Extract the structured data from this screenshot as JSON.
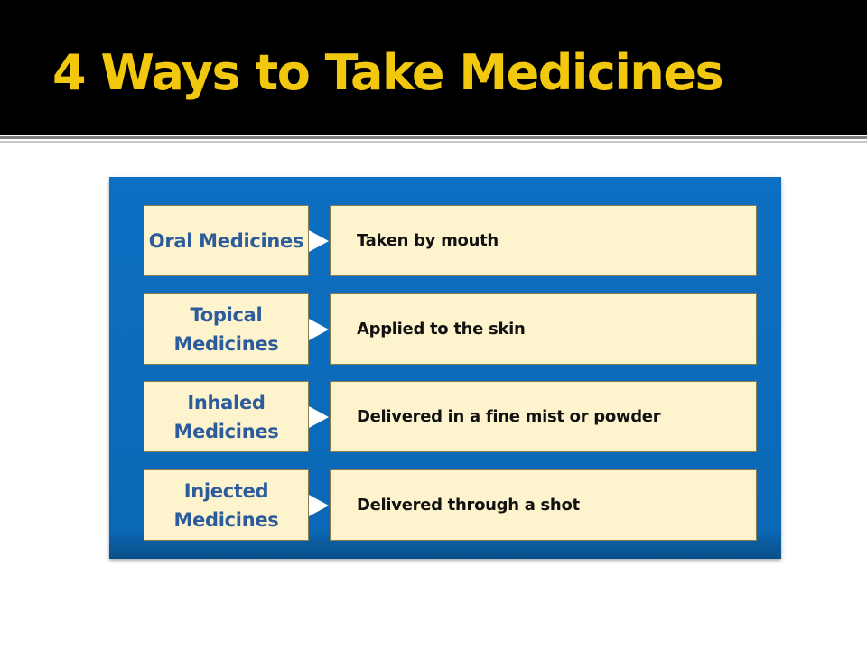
{
  "slide": {
    "title": "4 Ways to Take Medicines",
    "items": [
      {
        "label": "Oral Medicines",
        "description": "Taken by mouth"
      },
      {
        "label": "Topical Medicines",
        "description": "Applied to the skin"
      },
      {
        "label": "Inhaled Medicines",
        "description": "Delivered in a fine mist or powder"
      },
      {
        "label": "Injected Medicines",
        "description": "Delivered through a shot"
      }
    ]
  },
  "colors": {
    "title_bar": "#000000",
    "title_text": "#f2c80f",
    "panel": "#0c6fc2",
    "box_fill": "#fdf3cd",
    "label_text": "#2c5c9c"
  }
}
